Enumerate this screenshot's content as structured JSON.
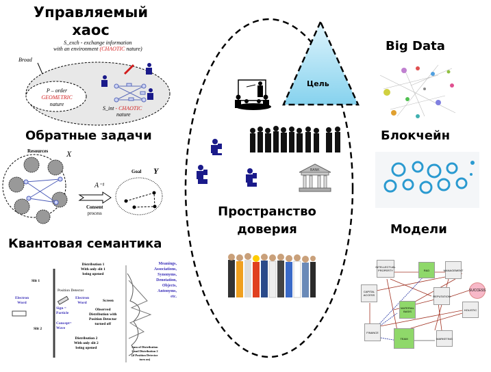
{
  "left": {
    "chaos": {
      "title_line1": "Управляемый",
      "title_line2": "хаос",
      "broad": "Broad",
      "exchange_line1": "S_exch - exchange information",
      "exchange_line2": "with an environment",
      "exchange_chaotic": "(CHAOTIC",
      "exchange_nature": "nature)",
      "order_line": "P – order",
      "geometric": "GEOMETRIC",
      "nature": "nature",
      "s_int": "S_int",
      "chaotic": "- CHAOTIC",
      "nature2": "nature"
    },
    "inverse": {
      "title": "Обратные задачи",
      "resources": "Resources",
      "x": "X",
      "goal": "Goal",
      "y": "Y",
      "operator": "A⁻¹",
      "consent_line1": "Consent",
      "consent_line2": "process"
    },
    "quantum": {
      "title": "Квантовая семантика",
      "slit1": "Slit 1",
      "slit2": "Slit 2",
      "position_detector": "Position Detector",
      "electron": "Electron",
      "word": "Word",
      "electron2": "Electron",
      "word2": "Word",
      "screen": "Screen",
      "sign": "Sign =",
      "particle": "Particle",
      "concept": "Concept=",
      "wave": "Wave",
      "dist1": [
        "Distribution 1",
        "With only slit 1",
        "being opened"
      ],
      "observed": [
        "Observed",
        "Distribution with",
        "Position Detector",
        "turned off"
      ],
      "dist2": [
        "Distribution 2",
        "With only slit 2",
        "being opened"
      ],
      "sum": [
        "Sum of Distribution",
        "1 and Distribution 2",
        "(if Position Detector",
        "turn on)"
      ],
      "meanings": [
        "Meanings,",
        "Associations,",
        "Synonyms,",
        "Denotation,",
        "Objects,",
        "Antonyms,",
        "etc."
      ]
    }
  },
  "center": {
    "goal_label": "Цель",
    "trust_line1": "Пространство",
    "trust_line2": "доверия",
    "bank": "BANK"
  },
  "right": {
    "big_data": "Big Data",
    "blockchain": "Блокчейн",
    "models": {
      "title": "Модели",
      "nodes": [
        "INTELLECTUAL PROPERTY",
        "R&D",
        "MANAGEMENT",
        "CAPITAL ACCESS",
        "REPUTATION",
        "SUCCESS",
        "MATERIAL BASIS",
        "HOLISTIC",
        "FINANCE",
        "TEAM",
        "MARKETING"
      ]
    }
  },
  "colors": {
    "triangle": "#a8e0f4",
    "red": "#d21c1c",
    "blue": "#3a2fb8",
    "green": "#8fd86a",
    "pink": "#f7b8c8"
  }
}
